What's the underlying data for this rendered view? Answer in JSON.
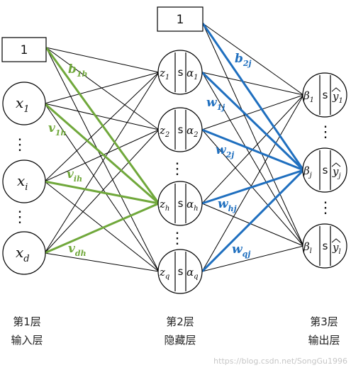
{
  "bias": {
    "label": "1"
  },
  "inputs": [
    {
      "base": "x",
      "sub": "1"
    },
    {
      "base": "x",
      "sub": "i"
    },
    {
      "base": "x",
      "sub": "d"
    }
  ],
  "hidden": [
    {
      "z": "z",
      "zsub": "1",
      "s": "s",
      "a": "α",
      "asub": "1"
    },
    {
      "z": "z",
      "zsub": "2",
      "s": "s",
      "a": "α",
      "asub": "2"
    },
    {
      "z": "z",
      "zsub": "h",
      "s": "s",
      "a": "α",
      "asub": "h"
    },
    {
      "z": "z",
      "zsub": "q",
      "s": "s",
      "a": "α",
      "asub": "q"
    }
  ],
  "outputs": [
    {
      "b": "β",
      "bsub": "1",
      "s": "s",
      "y": "y",
      "ysub": "1"
    },
    {
      "b": "β",
      "bsub": "j",
      "s": "s",
      "y": "y",
      "ysub": "j"
    },
    {
      "b": "β",
      "bsub": "l",
      "s": "s",
      "y": "y",
      "ysub": "l"
    }
  ],
  "ellipsis": "⋮",
  "weights_green": [
    {
      "base": "b",
      "sub": "1h"
    },
    {
      "base": "v",
      "sub": "1h"
    },
    {
      "base": "v",
      "sub": "ih"
    },
    {
      "base": "v",
      "sub": "dh"
    }
  ],
  "weights_blue": [
    {
      "base": "b",
      "sub": "2j"
    },
    {
      "base": "w",
      "sub": "1j"
    },
    {
      "base": "w",
      "sub": "2j"
    },
    {
      "base": "w",
      "sub": "hj"
    },
    {
      "base": "w",
      "sub": "qj"
    }
  ],
  "layers": [
    {
      "line1": "第1层",
      "line2": "输入层"
    },
    {
      "line1": "第2层",
      "line2": "隐藏层"
    },
    {
      "line1": "第3层",
      "line2": "输出层"
    }
  ],
  "watermark": "https://blog.csdn.net/SongGu1996",
  "colors": {
    "green": "#70a83b",
    "blue": "#1f6fbf",
    "line": "#000000"
  }
}
